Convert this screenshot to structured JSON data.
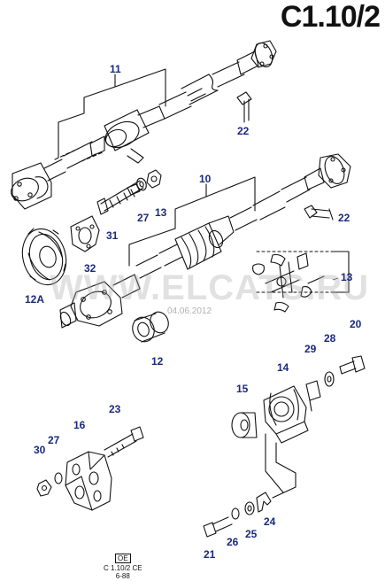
{
  "title": "C1.10/2",
  "watermark": "WWW.ELCATS.RU",
  "watermark_date": "04.06.2012",
  "callouts": {
    "c11": "11",
    "c22a": "22",
    "c10": "10",
    "c27a": "27",
    "c13a": "13",
    "c31": "31",
    "c22b": "22",
    "c32": "32",
    "c12A": "12A",
    "c13b": "13",
    "c12": "12",
    "c20": "20",
    "c28": "28",
    "c29": "29",
    "c14": "14",
    "c15": "15",
    "c23": "23",
    "c16": "16",
    "c27b": "27",
    "c30": "30",
    "c24": "24",
    "c25": "25",
    "c26": "26",
    "c21": "21"
  },
  "stamp": {
    "code": "OE",
    "ref": "C 1.10/2 CE",
    "date": "6-88"
  },
  "colors": {
    "line": "#111111",
    "callout": "#1a2a7a",
    "watermark": "#aaaaaa"
  }
}
